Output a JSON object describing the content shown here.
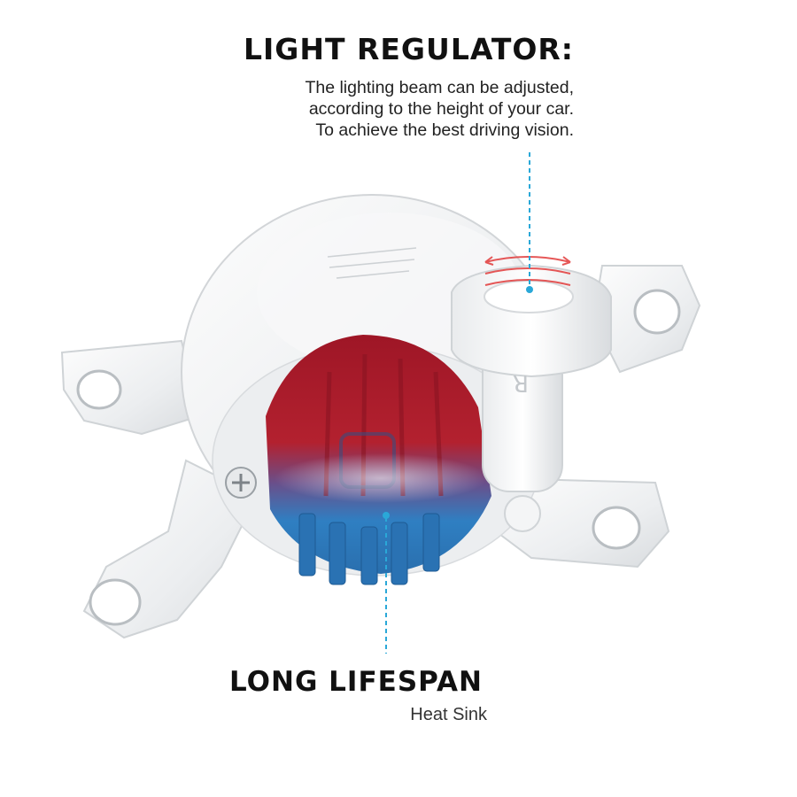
{
  "top_callout": {
    "title": "LIGHT REGULATOR:",
    "lines": [
      "The lighting beam can be adjusted,",
      "according to the height of your car.",
      "To achieve the best driving vision."
    ]
  },
  "bottom_callout": {
    "title": "LONG LIFESPAN",
    "subtitle": "Heat Sink"
  },
  "product": {
    "housing_marking": "R",
    "colors": {
      "housing": "#f1f2f3",
      "heat_sink_hot": "#b3212f",
      "heat_sink_cool": "#2a7fc0",
      "leader_line": "#2aa8d8",
      "adjust_arrows": "#e23a3a"
    }
  }
}
